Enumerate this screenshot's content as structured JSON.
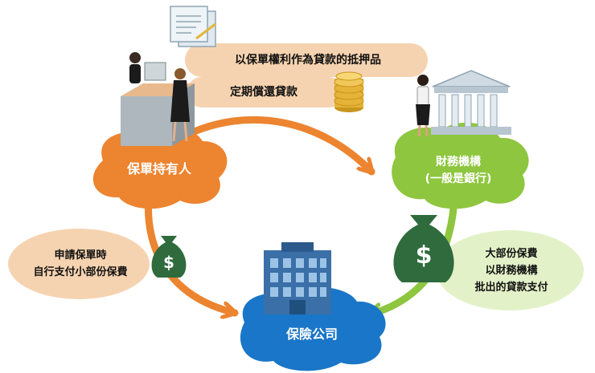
{
  "title": "",
  "colors": {
    "orange": "#ec8430",
    "green": "#8ec63f",
    "blue": "#1a76c8",
    "peach": "#f6d3b0",
    "light_green": "#e3f1c8",
    "dark_green": "#2f6b3c",
    "gold": "#e5b437"
  },
  "nodes": {
    "policyholder": "保單持有人",
    "financial_institution": {
      "line1": "財務機構",
      "line2": "(一般是銀行)"
    },
    "insurance_company": "保險公司"
  },
  "labels": {
    "collateral": "以保單權利作為貸款的抵押品",
    "repayment": "定期償還貸款",
    "small_premium": {
      "line1": "申請保單時",
      "line2": "自行支付小部份保費"
    },
    "large_premium": {
      "line1": "大部份保費",
      "line2": "以財務機構",
      "line3": "批出的貸款支付"
    }
  },
  "icons": {
    "document": "document-icon",
    "people_at_desk": "people-at-desk-icon",
    "coins": "coin-stack-icon",
    "banker": "banker-person-icon",
    "bank": "bank-building-icon",
    "money_bag_left": "money-bag-icon",
    "money_bag_right": "money-bag-icon",
    "insurance_building": "office-building-icon"
  }
}
